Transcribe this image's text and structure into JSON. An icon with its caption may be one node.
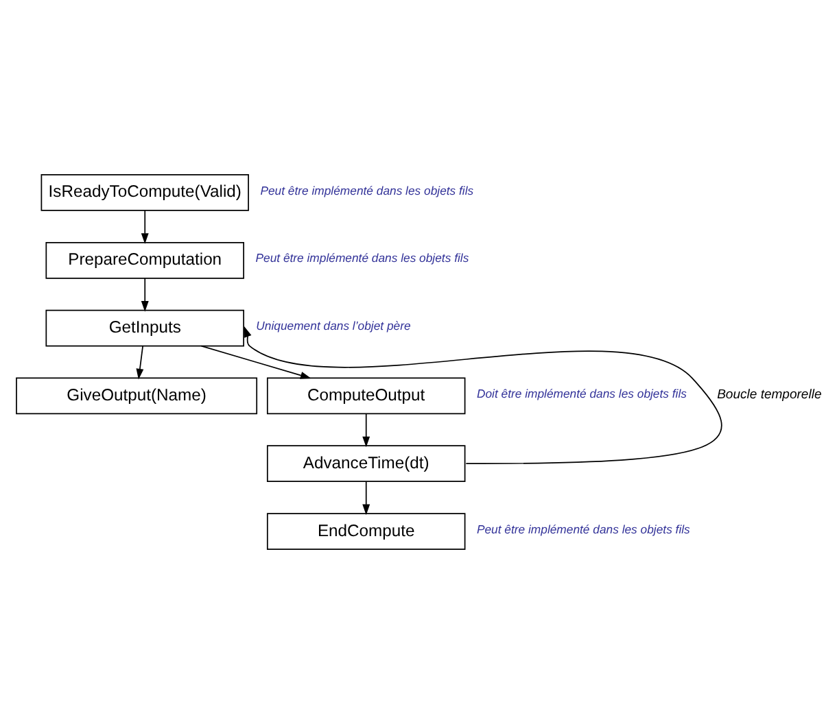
{
  "diagram": {
    "nodes": [
      {
        "text": [
          "IsReadyToCompute(Valid)"
        ],
        "beside": [
          "Peut être implémenté dans les objets fils"
        ]
      },
      {
        "text": [
          "PrepareComputation"
        ],
        "beside": [
          "Peut être implémenté dans les objets fils"
        ]
      },
      {
        "text": [
          "GetInputs"
        ],
        "beside": [
          "Uniquement dans l’objet père"
        ]
      },
      {
        "text": [
          "GiveOutput(Name)"
        ]
      },
      {
        "text": [
          "ComputeOutput"
        ],
        "beside": [
          "Doit être implémenté dans les objets fils"
        ]
      },
      {
        "text": [
          "AdvanceTime(dt)"
        ]
      },
      {
        "text": [
          "EndCompute"
        ],
        "beside": [
          "Peut être implémenté dans les objets fils"
        ]
      }
    ],
    "edges": [
      {
        "from": 0,
        "to": 1,
        "arrow": "to"
      },
      {
        "from": 1,
        "to": 2,
        "arrow": "to"
      },
      {
        "from": 2,
        "to": 3,
        "arrow": "to"
      },
      {
        "from": 2,
        "to": 4,
        "arrow": "to"
      },
      {
        "from": 4,
        "to": 5,
        "arrow": "to"
      },
      {
        "from": 5,
        "to": 6,
        "arrow": "to"
      },
      {
        "from": 5,
        "to": 2,
        "arrow": "to",
        "label": "Boucle temporelle"
      }
    ]
  }
}
